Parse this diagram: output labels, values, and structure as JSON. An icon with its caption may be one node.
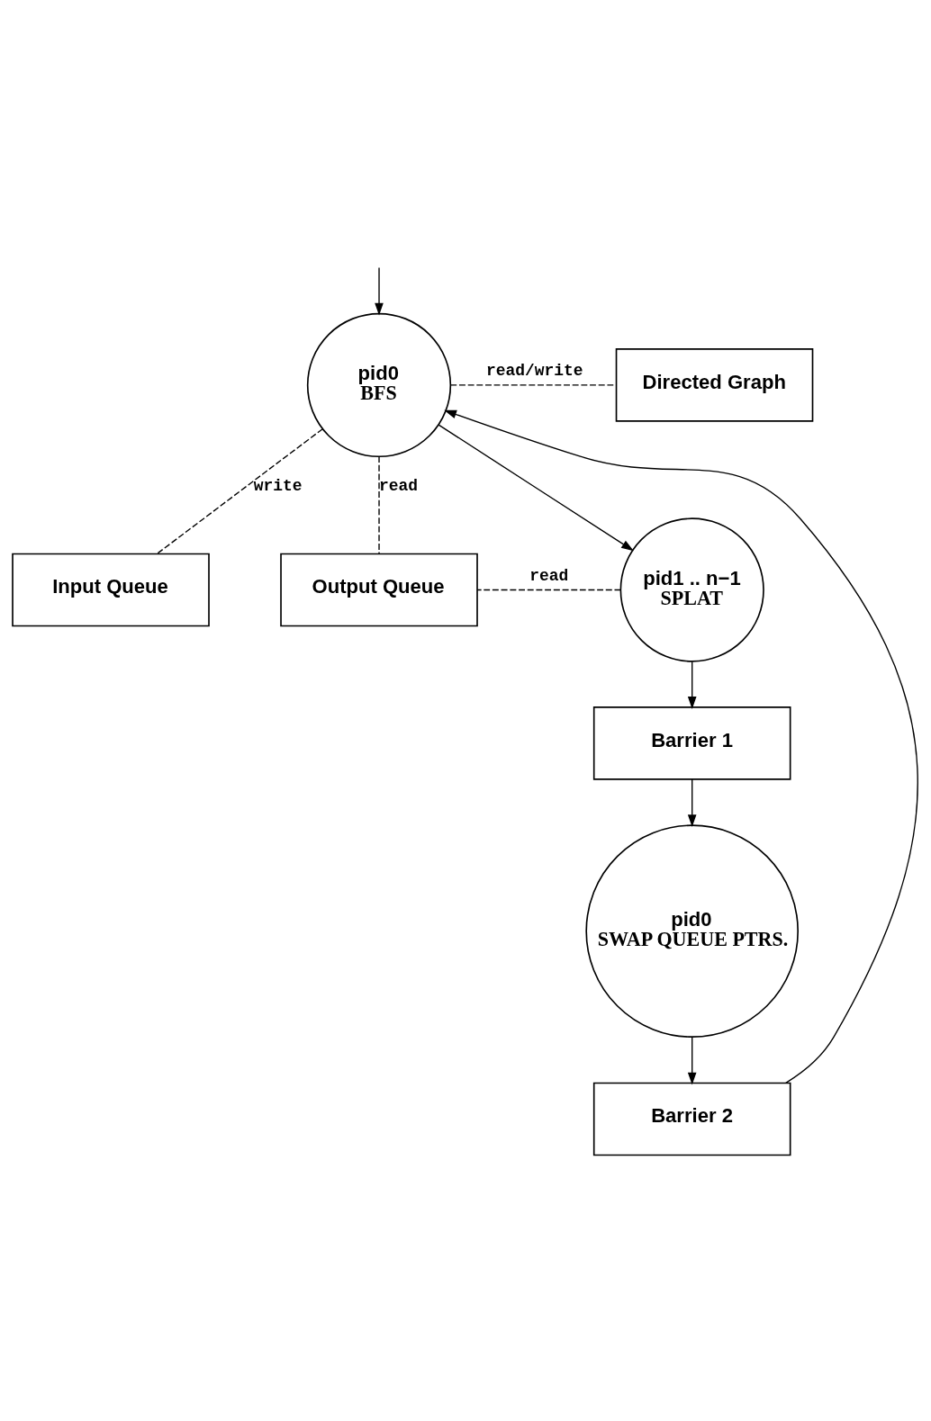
{
  "diagram": {
    "nodes": [
      {
        "text": [
          "pid0",
          "BFS"
        ]
      },
      {
        "text": [
          "Directed Graph"
        ]
      },
      {
        "text": [
          "Input Queue"
        ]
      },
      {
        "text": [
          "Output Queue"
        ]
      },
      {
        "text": [
          "pid1 .. n−1",
          "SPLAT"
        ]
      },
      {
        "text": [
          "Barrier 1"
        ]
      },
      {
        "text": [
          "pid0",
          "SWAP QUEUE PTRS."
        ]
      },
      {
        "text": [
          "Barrier 2"
        ]
      }
    ],
    "edges": [
      {
        "from": null,
        "to": 0,
        "arrow": "to"
      },
      {
        "from": 0,
        "to": 1,
        "arrow": "none",
        "style": "dashed",
        "label": "read/write"
      },
      {
        "from": 0,
        "to": 2,
        "arrow": "none",
        "style": "dashed",
        "label": "write"
      },
      {
        "from": 0,
        "to": 3,
        "arrow": "none",
        "style": "dashed",
        "label": "read"
      },
      {
        "from": 0,
        "to": 4,
        "arrow": "to"
      },
      {
        "from": 4,
        "to": 3,
        "arrow": "none",
        "style": "dashed",
        "label": "read"
      },
      {
        "from": 4,
        "to": 5,
        "arrow": "to"
      },
      {
        "from": 5,
        "to": 6,
        "arrow": "to"
      },
      {
        "from": 6,
        "to": 7,
        "arrow": "to"
      },
      {
        "from": 7,
        "to": 0,
        "arrow": "to"
      }
    ]
  }
}
